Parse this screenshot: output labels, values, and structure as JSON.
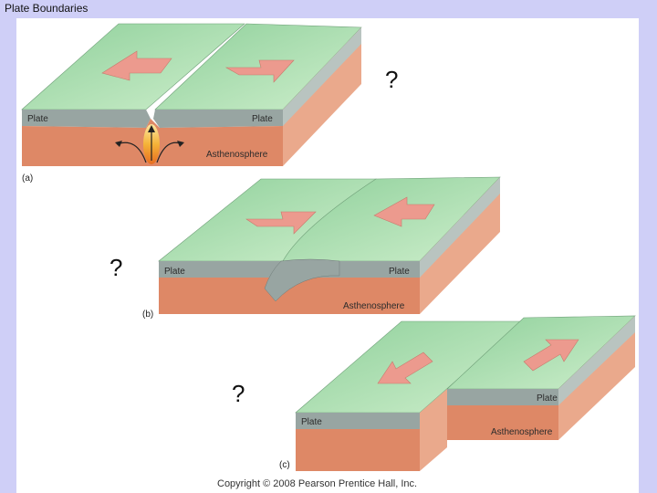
{
  "slide": {
    "title": "Plate Boundaries"
  },
  "colors": {
    "plate_top": "#9fd8a8",
    "plate_edge": "#98a5a2",
    "asthenosphere": "#de8866",
    "side_right": "#eaa98c",
    "arrow": "#ec9a8e",
    "magma": "#f5c542"
  },
  "diagram_a": {
    "label_plate_left": "Plate",
    "label_plate_right": "Plate",
    "label_astheno": "Asthenosphere",
    "figure_label": "(a)",
    "question": "?"
  },
  "diagram_b": {
    "label_plate_left": "Plate",
    "label_plate_right": "Plate",
    "label_astheno": "Asthenosphere",
    "figure_label": "(b)",
    "question": "?"
  },
  "diagram_c": {
    "label_plate_left": "Plate",
    "label_plate_right": "Plate",
    "label_astheno": "Asthenosphere",
    "figure_label": "(c)",
    "question": "?"
  },
  "copyright": "Copyright © 2008 Pearson Prentice Hall, Inc."
}
